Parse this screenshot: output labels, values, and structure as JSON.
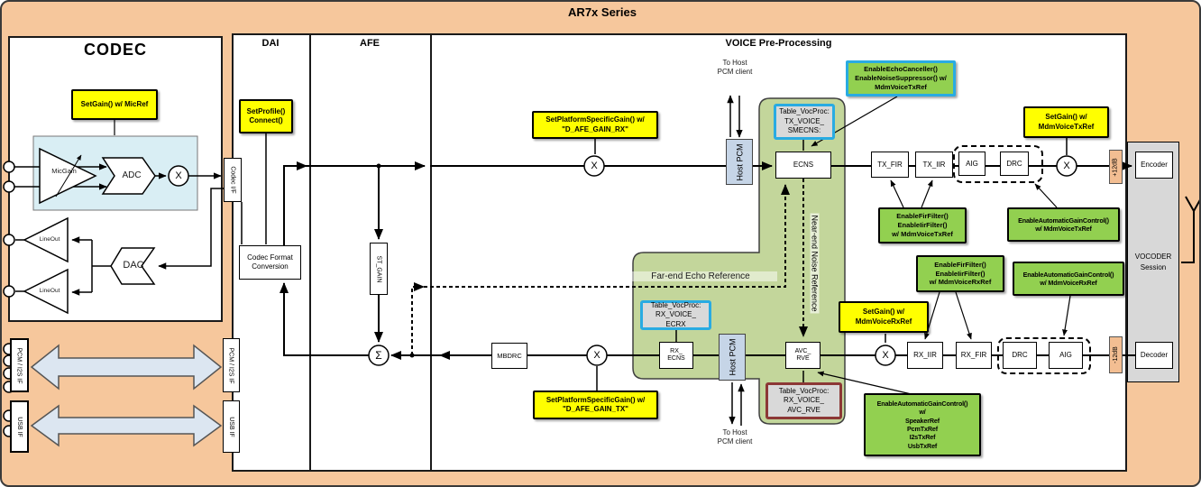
{
  "title": "AR7x Series",
  "headers": {
    "codec": "CODEC",
    "dai": "DAI",
    "afe": "AFE",
    "voice": "VOICE Pre-Processing"
  },
  "codec": {
    "mic_gain": "MicGain",
    "adc": "ADC",
    "dac": "DAC",
    "line_out": "LineOut",
    "codec_if": "Codec I/F"
  },
  "interfaces": {
    "pcm_i2s": "PCM / I2S IF",
    "usb": "USB IF"
  },
  "dai": {
    "codec_format": "Codec Format\nConversion"
  },
  "afe": {
    "st_gain": "ST_GAIN",
    "sum_symbol": "Σ"
  },
  "voice": {
    "mult_symbol": "X",
    "host_pcm": "Host PCM",
    "to_host_client": "To Host\nPCM client",
    "ecns": "ECNS",
    "tx_fir": "TX_FIR",
    "tx_iir": "TX_IIR",
    "aig": "AIG",
    "drc": "DRC",
    "rx_iir": "RX_IIR",
    "rx_fir": "RX_FIR",
    "rx_ecns": "RX_\nECNS",
    "avc_rve": "AVC_\nRVE",
    "mbdrc": "MBDRC",
    "plus12db": "+12dB",
    "minus12db": "-12dB",
    "far_end_label": "Far-end Echo Reference",
    "near_end_label": "Near-end Noise Reference"
  },
  "vocoder": {
    "session": "VOCODER\nSession",
    "encoder": "Encoder",
    "decoder": "Decoder"
  },
  "annotations": {
    "setgain_micref": "SetGain() w/ MicRef",
    "setprofile": "SetProfile()\nConnect()",
    "setplatform_rx": "SetPlatformSpecificGain() w/\n\"D_AFE_GAIN_RX\"",
    "setplatform_tx": "SetPlatformSpecificGain() w/\n\"D_AFE_GAIN_TX\"",
    "setgain_tx": "SetGain() w/\nMdmVoiceTxRef",
    "setgain_rx": "SetGain() w/\nMdmVoiceRxRef",
    "enable_echo": "EnableEchoCanceller()\nEnableNoiseSuppressor() w/\nMdmVoiceTxRef",
    "enable_fir_tx": "EnableFirFilter()\nEnableIirFilter()\nw/ MdmVoiceTxRef",
    "enable_agc_tx": "EnableAutomaticGainControl()\nw/ MdmVoiceTxRef",
    "enable_fir_rx": "EnableFirFilter()\nEnableIirFilter()\nw/ MdmVoiceRxRef",
    "enable_agc_rx": "EnableAutomaticGainControl()\nw/ MdmVoiceRxRef",
    "enable_agc_multi": "EnableAutomaticGainControl()\nw/\nSpeakerRef\nPcmTxRef\nI2sTxRef\nUsbTxRef",
    "table_smecns": "Table_VocProc:\nTX_VOICE_\nSMECNS:",
    "table_ecrx": "Table_VocProc:\nRX_VOICE_\nECRX",
    "table_avcrve": "Table_VocProc:\nRX_VOICE_\nAVC_RVE"
  },
  "colors": {
    "peach": "#F6C79C",
    "yellow": "#FFFF00",
    "green_box": "#92D050",
    "cyan_border": "#29ABE2",
    "red_border": "#8C3836",
    "table_gray": "#D9D9D9",
    "region_green": "#C3D69B",
    "mic_blue": "#D9EEF4",
    "host_pcm_blue": "#C6D5E7",
    "vocoder_gray": "#D8D8D8",
    "arrow_blue": "#DCE6F1"
  }
}
